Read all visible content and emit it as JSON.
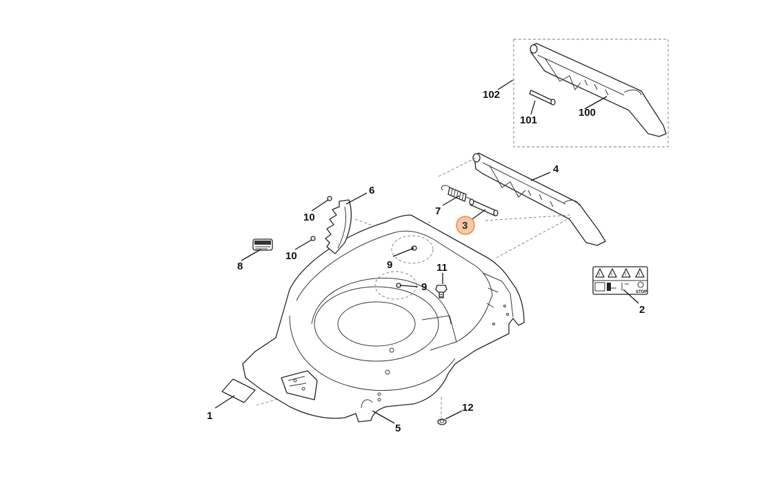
{
  "callouts": [
    {
      "id": "c1",
      "label": "1"
    },
    {
      "id": "c2",
      "label": "2"
    },
    {
      "id": "c3",
      "label": "3",
      "highlighted": true
    },
    {
      "id": "c4",
      "label": "4"
    },
    {
      "id": "c5",
      "label": "5"
    },
    {
      "id": "c6",
      "label": "6"
    },
    {
      "id": "c7",
      "label": "7"
    },
    {
      "id": "c8",
      "label": "8"
    },
    {
      "id": "c9a",
      "label": "9"
    },
    {
      "id": "c9b",
      "label": "9"
    },
    {
      "id": "c10a",
      "label": "10"
    },
    {
      "id": "c10b",
      "label": "10"
    },
    {
      "id": "c11",
      "label": "11"
    },
    {
      "id": "c12",
      "label": "12"
    },
    {
      "id": "c100",
      "label": "100"
    },
    {
      "id": "c101",
      "label": "101"
    },
    {
      "id": "c102",
      "label": "102"
    }
  ],
  "warning_sticker": {
    "stop_text": "STOP"
  },
  "colors": {
    "highlight_fill": "#f8c9a4",
    "highlight_stroke": "#e8894a",
    "line": "#222222"
  }
}
